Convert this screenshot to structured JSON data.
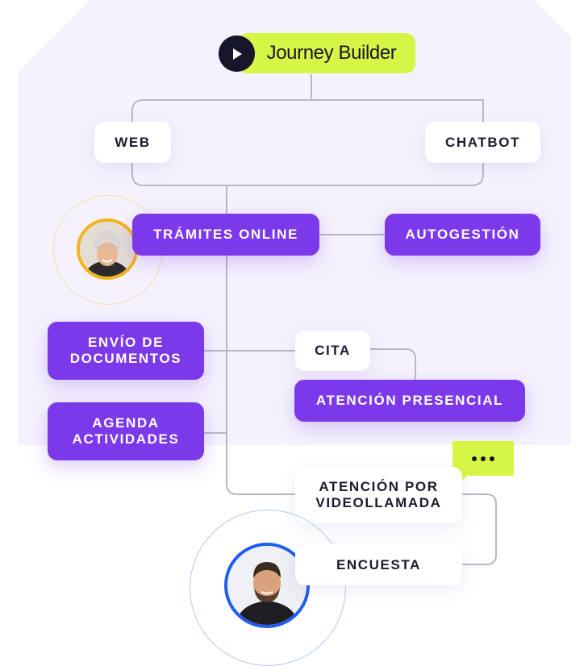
{
  "header": {
    "title": "Journey Builder",
    "play_icon": "play-icon"
  },
  "channels": {
    "web": "WEB",
    "chatbot": "CHATBOT"
  },
  "nodes": {
    "tramites_online": "TRÁMITES ONLINE",
    "autogestion": "AUTOGESTIÓN",
    "envio_line1": "ENVÍO DE",
    "envio_line2": "DOCUMENTOS",
    "cita": "CITA",
    "atencion_presencial": "ATENCIÓN PRESENCIAL",
    "agenda_line1": "AGENDA",
    "agenda_line2": "ACTIVIDADES",
    "videollamada_line1": "ATENCIÓN POR",
    "videollamada_line2": "VIDEOLLAMADA",
    "encuesta": "ENCUESTA"
  },
  "chat_bubble": {
    "icon": "ellipsis-icon"
  },
  "colors": {
    "accent_lime": "#d6f646",
    "accent_purple": "#7c39ea",
    "dark": "#16152a",
    "panel_bg": "#f5f2fd",
    "connector": "#b8b8c4",
    "avatar_ring_yellow": "#f3b41c",
    "avatar_ring_blue": "#1f5cf0"
  }
}
